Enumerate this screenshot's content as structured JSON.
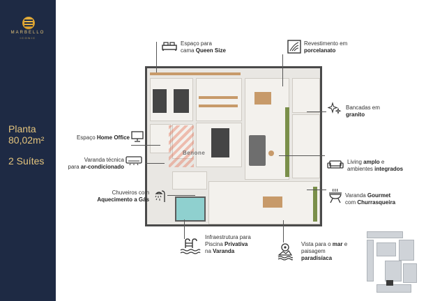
{
  "brand": {
    "name": "MARBELLO",
    "subtitle": "ICONIC"
  },
  "title": {
    "line1": "Planta",
    "area": "80,02m²",
    "suites": "2 Suítes"
  },
  "watermark": "Benone",
  "features": {
    "queen": {
      "pre": "Espaço para",
      "line2_pre": "cama ",
      "bold": "Queen Size",
      "icon": "bed-icon"
    },
    "porcelain": {
      "pre": "Revestimento em",
      "bold": "porcelanato",
      "icon": "tile-icon"
    },
    "granite": {
      "pre": "Bancadas em",
      "bold": "granito",
      "icon": "sparkle-icon"
    },
    "office": {
      "pre": "Espaço ",
      "bold": "Home Office",
      "icon": "monitor-icon"
    },
    "ac": {
      "pre": "Varanda técnica",
      "line2_pre": "para ",
      "bold": "ar-condicionado",
      "icon": "air-conditioner-icon"
    },
    "living": {
      "pre": "Living ",
      "bold1": "amplo",
      "mid": " e",
      "line2_pre": "ambientes ",
      "bold2": "integrados",
      "icon": "sofa-icon"
    },
    "shower": {
      "pre": "Chuveiros com",
      "bold": "Aquecimento a Gás",
      "icon": "shower-icon"
    },
    "gourmet": {
      "pre": "Varanda ",
      "bold1": "Gourmet",
      "line2_pre": "com ",
      "bold2": "Churrasqueira",
      "icon": "grill-icon"
    },
    "pool": {
      "l1": "Infraestrutura para",
      "l2_pre": "Piscina ",
      "l2_bold": "Privativa",
      "l3_pre": "na ",
      "l3_bold": "Varanda",
      "icon": "pool-icon"
    },
    "view": {
      "pre": "Vista para o ",
      "bold1": "mar",
      "mid": " e",
      "line2": "paisagem",
      "bold2": "paradisíaca",
      "icon": "view-icon"
    }
  },
  "colors": {
    "sidebar": "#1e2a44",
    "gold": "#e4c47d"
  }
}
